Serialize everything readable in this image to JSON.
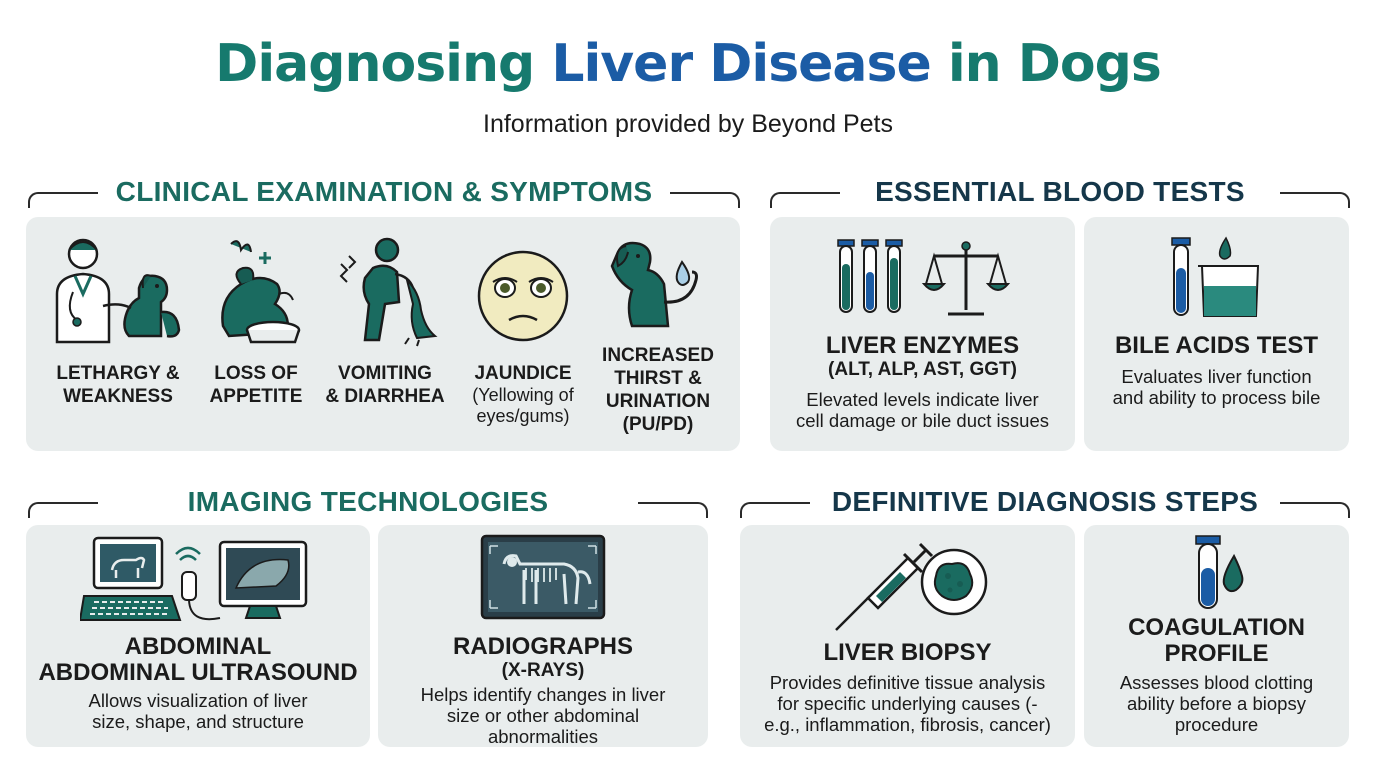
{
  "header": {
    "title_part1": "Diagnosing ",
    "title_part2": "Liver Disease",
    "title_part3": " in Dogs",
    "subtitle": "Information provided by Beyond Pets"
  },
  "clinical": {
    "heading": "CLINICAL EXAMINATION & SYMPTOMS",
    "items": [
      {
        "label_line1": "LETHARGY &",
        "label_line2": "WEAKNESS",
        "icon": "vet-with-dog-icon"
      },
      {
        "label_line1": "LOSS OF",
        "label_line2": "APPETITE",
        "icon": "dog-refusing-bowl-icon"
      },
      {
        "label_line1": "VOMITING",
        "label_line2": "& DIARRHEA",
        "icon": "person-vomiting-icon"
      },
      {
        "label_line1": "JAUNDICE",
        "detail_line1": "(Yellowing of",
        "detail_line2": "eyes/gums)",
        "icon": "yellow-face-icon"
      },
      {
        "label_line1": "INCREASED",
        "label_line2": "THIRST &",
        "label_line3": "URINATION",
        "label_line4": "(PU/PD)",
        "icon": "dog-water-drop-icon"
      }
    ]
  },
  "blood": {
    "heading": "ESSENTIAL BLOOD TESTS",
    "enzymes": {
      "title": "LIVER ENZYMES",
      "subtitle": "(ALT, ALP, AST, GGT)",
      "desc_line1": "Elevated levels indicate liver",
      "desc_line2": "cell damage or bile duct issues"
    },
    "bile": {
      "title": "BILE ACIDS TEST",
      "desc_line1": "Evaluates liver function",
      "desc_line2": "and ability to process bile"
    }
  },
  "imaging": {
    "heading": "IMAGING TECHNOLOGIES",
    "ultrasound": {
      "title_line1": "ABDOMINAL",
      "title_line2": "ABDOMINAL ULTRASOUND",
      "desc_line1": "Allows visualization of liver",
      "desc_line2": "size, shape, and structure"
    },
    "xray": {
      "title_line1": "RADIOGRAPHS",
      "title_line2": "(X-RAYS)",
      "desc_line1": "Helps identify changes in liver",
      "desc_line2": "size or other abdominal",
      "desc_line3": "abnormalities"
    }
  },
  "definitive": {
    "heading": "DEFINITIVE DIAGNOSIS STEPS",
    "biopsy": {
      "title": "LIVER BIOPSY",
      "desc_line1": "Provides definitive tissue analysis",
      "desc_line2": "for specific underlying causes (-",
      "desc_line3": "e.g., inflammation, fibrosis, cancer)"
    },
    "coag": {
      "title_line1": "COAGULATION",
      "title_line2": "PROFILE",
      "desc_line1": "Assesses blood clotting",
      "desc_line2": "ability before a biopsy",
      "desc_line3": "procedure"
    }
  },
  "colors": {
    "teal": "#1a6b60",
    "blue": "#1b5ca5",
    "navy": "#15374a",
    "panel": "#e9eded"
  }
}
